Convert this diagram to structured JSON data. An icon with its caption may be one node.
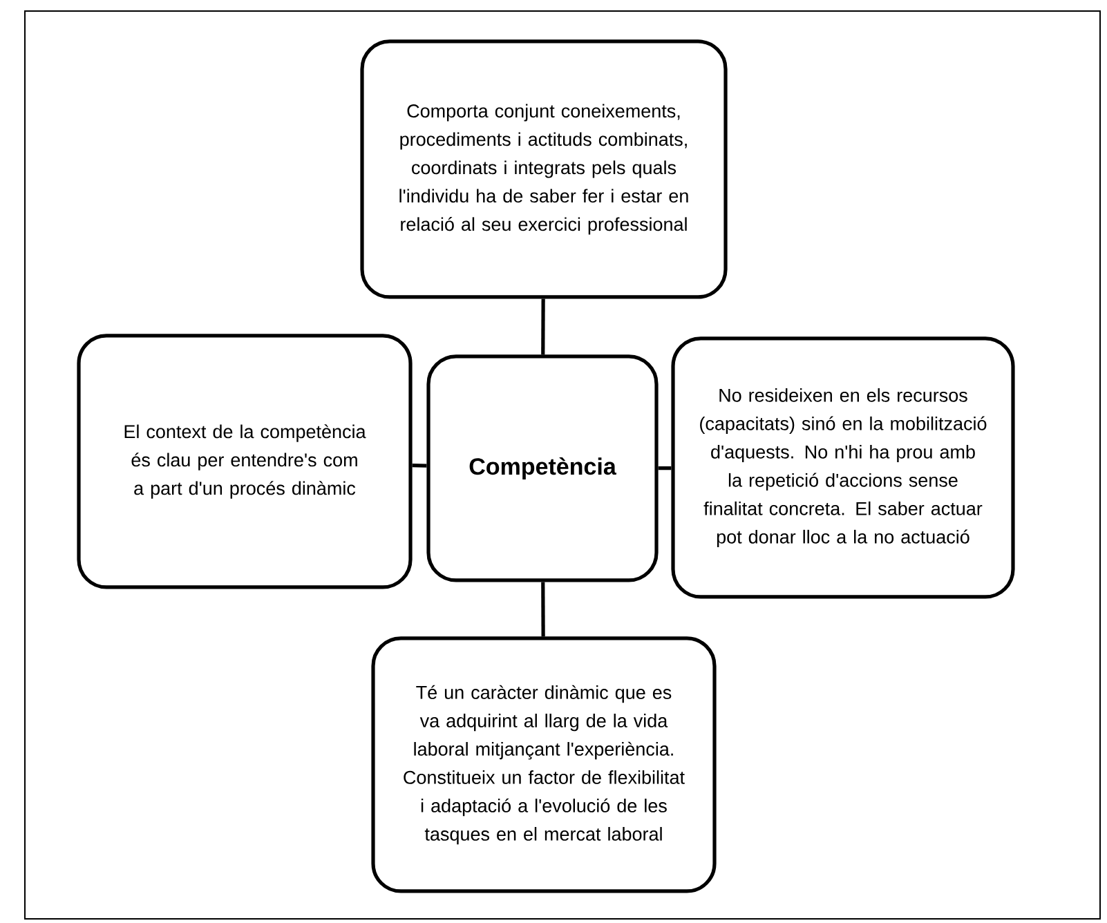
{
  "diagram": {
    "nodes": [
      {
        "text": [
          "Competència"
        ]
      },
      {
        "text": [
          "Comporta conjunt coneixements, procediments i actituds combinats, coordinats i integrats pels quals l'individu ha de saber fer i estar en relació al seu exercici professional"
        ]
      },
      {
        "text": [
          "El context de la competència és clau per entendre's com a part d'un procés dinàmic"
        ]
      },
      {
        "text": [
          "No resideixen en els recursos (capacitats) sinó en la mobilització d'aquests.  No n'hi ha prou amb la repetició d'accions sense finalitat concreta. El saber actuar pot donar lloc a la no actuació"
        ]
      },
      {
        "text": [
          "Té un caràcter dinàmic que es va adquirint al llarg de la vida laboral mitjançant l'experiència. Constitueix un factor de flexibilitat i adaptació a l'evolució de les tasques en el mercat laboral"
        ]
      }
    ],
    "edges": [
      {
        "from": 0,
        "to": 1,
        "arrow": "none"
      },
      {
        "from": 0,
        "to": 2,
        "arrow": "none"
      },
      {
        "from": 0,
        "to": 3,
        "arrow": "none"
      },
      {
        "from": 0,
        "to": 4,
        "arrow": "none"
      }
    ]
  }
}
